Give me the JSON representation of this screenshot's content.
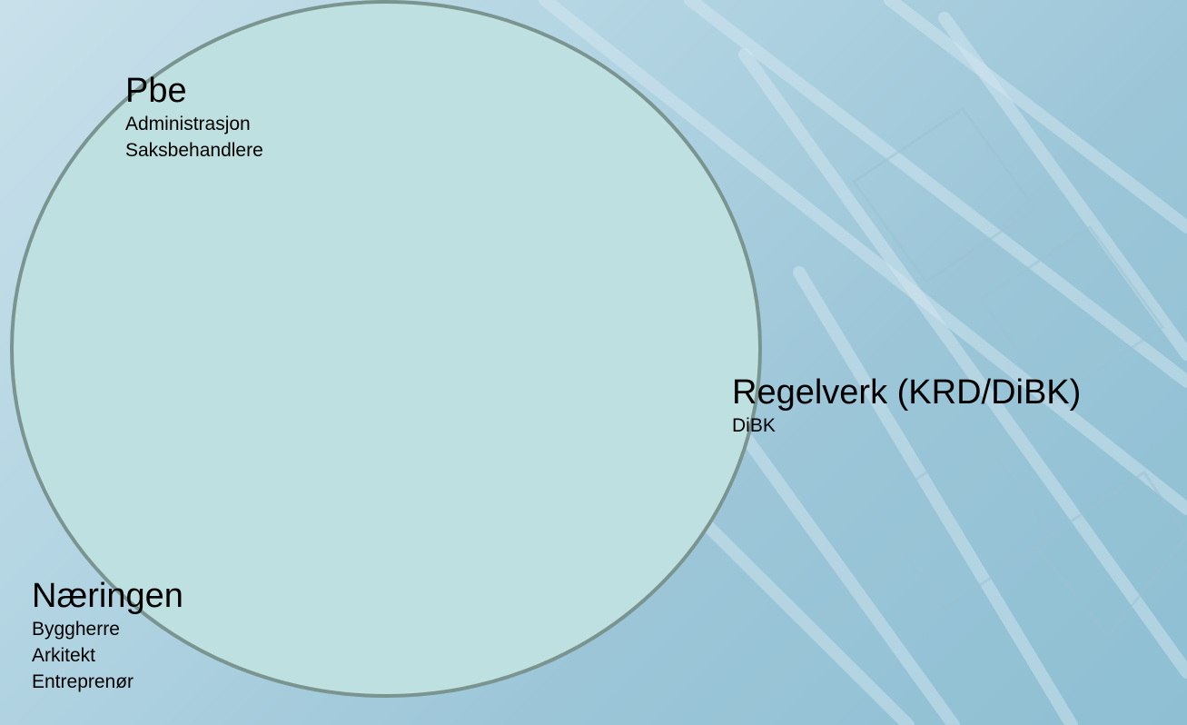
{
  "diagram": {
    "circle_fill": "#bfe0e0",
    "circle_stroke": "#7a9490",
    "background_color": "#a9d0df",
    "groups": [
      {
        "id": "pbe",
        "title": "Pbe",
        "items": [
          "Administrasjon",
          "Saksbehandlere"
        ]
      },
      {
        "id": "regelverk",
        "title": "Regelverk (KRD/DiBK)",
        "items": [
          "DiBK"
        ]
      },
      {
        "id": "naeringen",
        "title": "Næringen",
        "items": [
          "Byggherre",
          "Arkitekt",
          "Entreprenør"
        ]
      }
    ]
  }
}
